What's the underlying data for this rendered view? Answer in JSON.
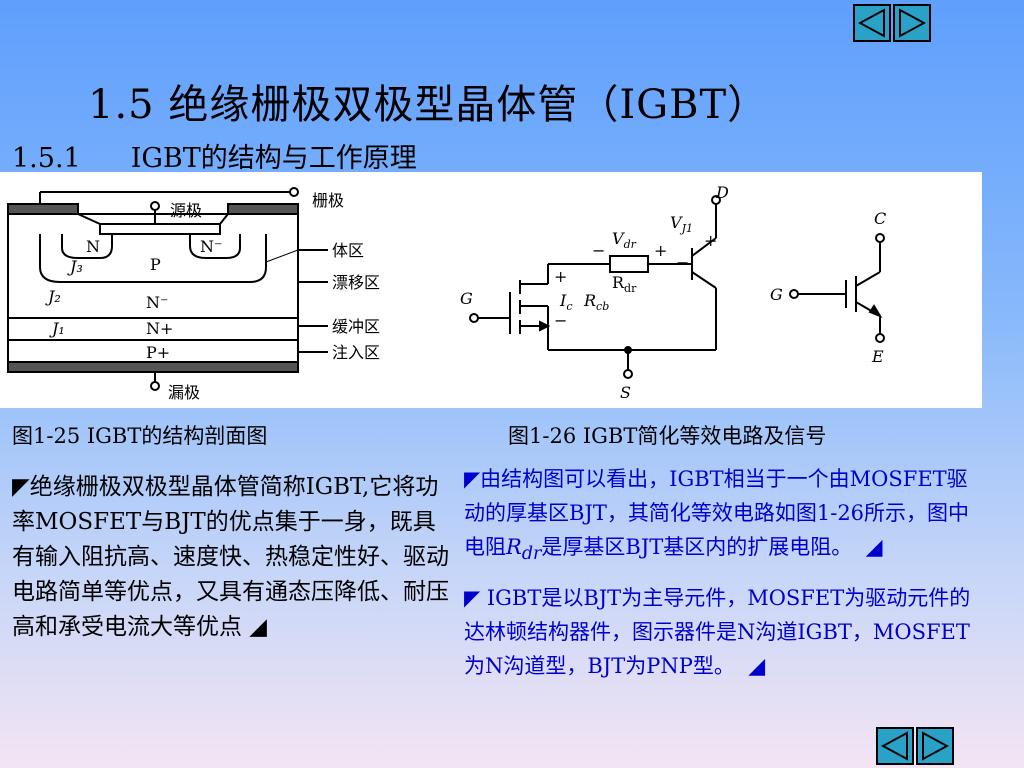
{
  "slide": {
    "title": "1.5 绝缘栅极双极型晶体管（IGBT）",
    "subtitle_num": "1.5.1",
    "subtitle_text": "IGBT的结构与工作原理"
  },
  "figure": {
    "labels": {
      "gate": "栅极",
      "source": "源极",
      "drain": "漏极",
      "body": "体区",
      "drift": "漂移区",
      "buffer": "缓冲区",
      "inject": "注入区",
      "n_left": "N",
      "n_right": "N⁻",
      "p_region": "P",
      "j3": "J₃",
      "j2": "J₂",
      "j1": "J₁",
      "n_minus": "N⁻",
      "n_plus": "N+",
      "p_plus": "P+",
      "eq_D": "D",
      "eq_S": "S",
      "eq_G": "G",
      "eq_vdr": "V",
      "eq_vdr_sub": "dr",
      "eq_vj1": "V",
      "eq_vj1_sub": "J1",
      "eq_R": "R",
      "eq_R_sub": "dr",
      "eq_Ic": "I",
      "eq_Ic_sub": "c",
      "eq_Rcb": "R",
      "eq_Rcb_sub": "cb",
      "eq_minus": "−",
      "eq_plus": "+",
      "sym_C": "C",
      "sym_G": "G",
      "sym_E": "E"
    }
  },
  "captions": {
    "fig25": "图1-25   IGBT的结构剖面图",
    "fig26": "图1-26   IGBT简化等效电路及信号"
  },
  "body": {
    "left": "◤绝缘栅极双极型晶体管简称IGBT,它将功率MOSFET与BJT的优点集于一身，既具有输入阻抗高、速度快、热稳定性好、驱动电路简单等优点，又具有通态压降低、耐压高和承受电流大等优点 ◢",
    "right1_a": "◤由结构图可以看出，IGBT相当于一个由MOSFET驱动的厚基区BJT，其简化等效电路如图1-26所示，图中电阻",
    "right1_r": "R",
    "right1_sub": "dr",
    "right1_b": "是厚基区BJT基区内的扩展电阻。",
    "right1_end": "◢",
    "right2": "◤ IGBT是以BJT为主导元件，MOSFET为驱动元件的达林顿结构器件，图示器件是N沟道IGBT，MOSFET为N沟道型，BJT为PNP型。",
    "right2_end": "◢"
  },
  "colors": {
    "nav_button": "#2aa2c7",
    "body_text_blue": "#0000cc",
    "bg_top": "#5f9ffd",
    "bg_bottom": "#f4e4f3"
  },
  "icons": {
    "prev": "triangle-left-icon",
    "next": "triangle-right-icon"
  }
}
